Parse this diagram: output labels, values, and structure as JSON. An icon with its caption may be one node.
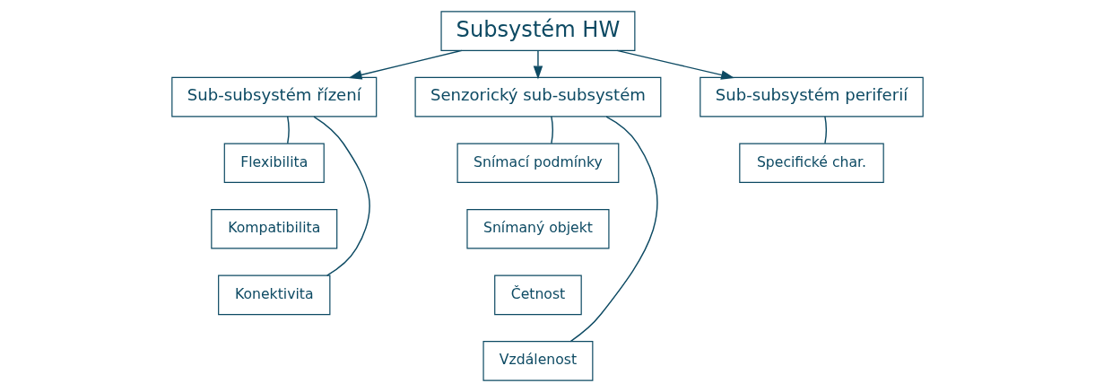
{
  "diagram": {
    "nodes": [
      {
        "text": [
          "Subsystém HW"
        ]
      },
      {
        "text": [
          "Sub-subsystém řízení"
        ]
      },
      {
        "text": [
          "Senzorický sub-subsystém"
        ]
      },
      {
        "text": [
          "Sub-subsystém periferií"
        ]
      },
      {
        "text": [
          "Flexibilita"
        ]
      },
      {
        "text": [
          "Kompatibilita"
        ]
      },
      {
        "text": [
          "Konektivita"
        ]
      },
      {
        "text": [
          "Snímací podmínky"
        ]
      },
      {
        "text": [
          "Snímaný objekt"
        ]
      },
      {
        "text": [
          "Četnost"
        ]
      },
      {
        "text": [
          "Vzdálenost"
        ]
      },
      {
        "text": [
          "Specifické char."
        ]
      }
    ],
    "edges": [
      {
        "from": 0,
        "to": 1,
        "arrow": "to"
      },
      {
        "from": 0,
        "to": 2,
        "arrow": "to"
      },
      {
        "from": 0,
        "to": 3,
        "arrow": "to"
      },
      {
        "from": 1,
        "to": 4,
        "arrow": "none"
      },
      {
        "from": 1,
        "to": 6,
        "arrow": "none"
      },
      {
        "from": 2,
        "to": 7,
        "arrow": "none"
      },
      {
        "from": 2,
        "to": 10,
        "arrow": "none"
      },
      {
        "from": 3,
        "to": 11,
        "arrow": "none"
      }
    ]
  }
}
